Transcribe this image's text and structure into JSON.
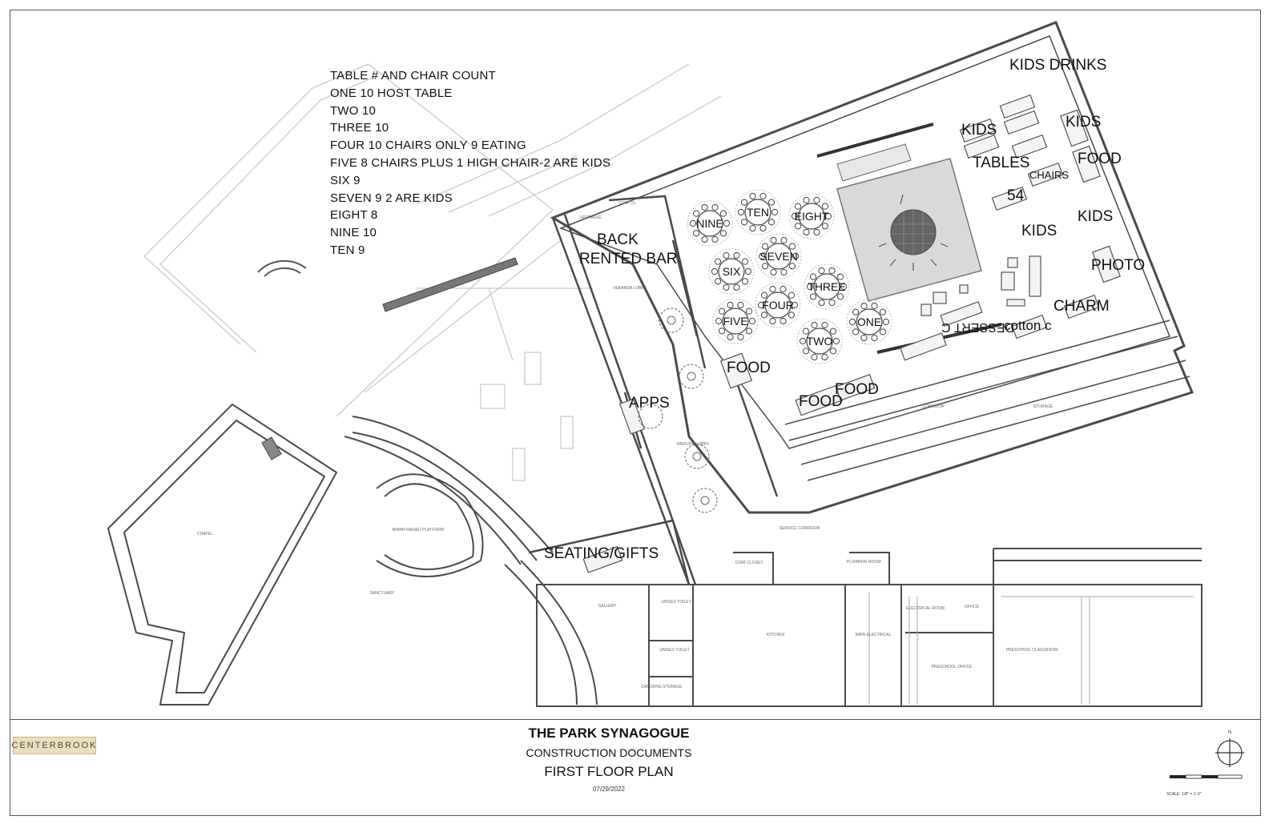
{
  "legend": [
    "TABLE # AND CHAIR COUNT",
    "ONE 10 HOST TABLE",
    "TWO 10",
    "THREE 10",
    "FOUR 10 CHAIRS ONLY 9 EATING",
    "FIVE 8 CHAIRS PLUS 1 HIGH CHAIR-2 ARE KIDS",
    "SIX 9",
    "SEVEN 9 2 ARE KIDS",
    "EIGHT 8",
    "NINE 10",
    "TEN 9"
  ],
  "tables": [
    {
      "label": "NINE"
    },
    {
      "label": "TEN"
    },
    {
      "label": "EIGHT"
    },
    {
      "label": "SEVEN"
    },
    {
      "label": "SIX"
    },
    {
      "label": "THREE"
    },
    {
      "label": "FOUR"
    },
    {
      "label": "FIVE"
    },
    {
      "label": "ONE"
    },
    {
      "label": "TWO"
    }
  ],
  "annotations": {
    "kids_drinks": "KIDS DRINKS",
    "kids_1": "KIDS",
    "kids_2": "KIDS",
    "food_1": "FOOD",
    "tables": "TABLES",
    "chairs": "CHAIRS",
    "count_54": "54",
    "kids_3": "KIDS",
    "kids_4": "KIDS",
    "photo": "PHOTO",
    "charm": "CHARM",
    "cotton": "cotton c",
    "dessert": "DESSERT C",
    "back": "BACK",
    "rented_bar": "RENTED BAR",
    "food_2": "FOOD",
    "apps": "APPS",
    "food_3": "FOOD",
    "food_4": "FOOD",
    "seating_gifts": "SEATING/GIFTS"
  },
  "rooms": {
    "vestibule": "VESTIBULE",
    "coat_cl": "COAT CL",
    "veranda": "VERANDA LOBBY",
    "pavilion": "PAVILION LOBBY",
    "chapel": "CHAPEL",
    "bimah": "BIMAH RAISED PLATFORM",
    "sanctuary": "SANCTUARY",
    "gallery": "GALLERY",
    "unisex1": "UNISEX TOILET",
    "unisex2": "UNISEX TOILET",
    "catering": "CATERING STORAGE",
    "coat_closet": "COAT CLOSET",
    "service_corridor": "SERVICE CORRIDOR",
    "plumbing": "PLUMBING ROOM",
    "kitchen": "KITCHEN",
    "main_electrical": "MAIN ELECTRICAL",
    "electrical_room": "ELECTRICAL ROOM",
    "office": "OFFICE",
    "preschool_office": "PRESCHOOL OFFICE",
    "preschool_classroom": "PRESCHOOL CLASSROOM",
    "corridor": "CORRIDOR",
    "storage": "STORAGE"
  },
  "title_block": {
    "firm": "CENTERBROOK",
    "project": "THE PARK SYNAGOGUE",
    "phase": "CONSTRUCTION DOCUMENTS",
    "sheet": "FIRST FLOOR PLAN",
    "date": "07/29/2022",
    "scale": "SCALE: 1/8\" = 1'-0\"",
    "north": "N"
  },
  "colors": {
    "line": "#4a4a4a",
    "light_line": "#9a9a9a",
    "dance_floor": "#d9d9d9",
    "logo_bg": "#e9ddc2"
  }
}
